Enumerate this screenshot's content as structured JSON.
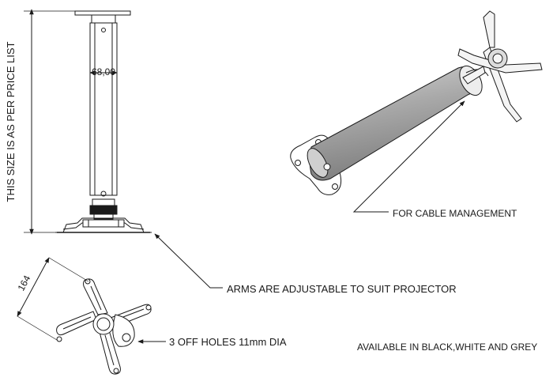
{
  "annotations": {
    "vertical_size": "THIS SIZE IS AS PER PRICE LIST",
    "tube_diameter": "68,00",
    "cable_management": "FOR CABLE MANAGEMENT",
    "arms_adjustable": "ARMS ARE ADJUSTABLE TO SUIT PROJECTOR",
    "arm_span": "164",
    "holes": "3 OFF HOLES 11mm DIA",
    "colours": "AVAILABLE IN BLACK,WHITE AND GREY"
  },
  "colors": {
    "line": "#1a1a1a",
    "tube_fill": "#b9b9b9",
    "metal_fill": "#d8d8d8"
  }
}
